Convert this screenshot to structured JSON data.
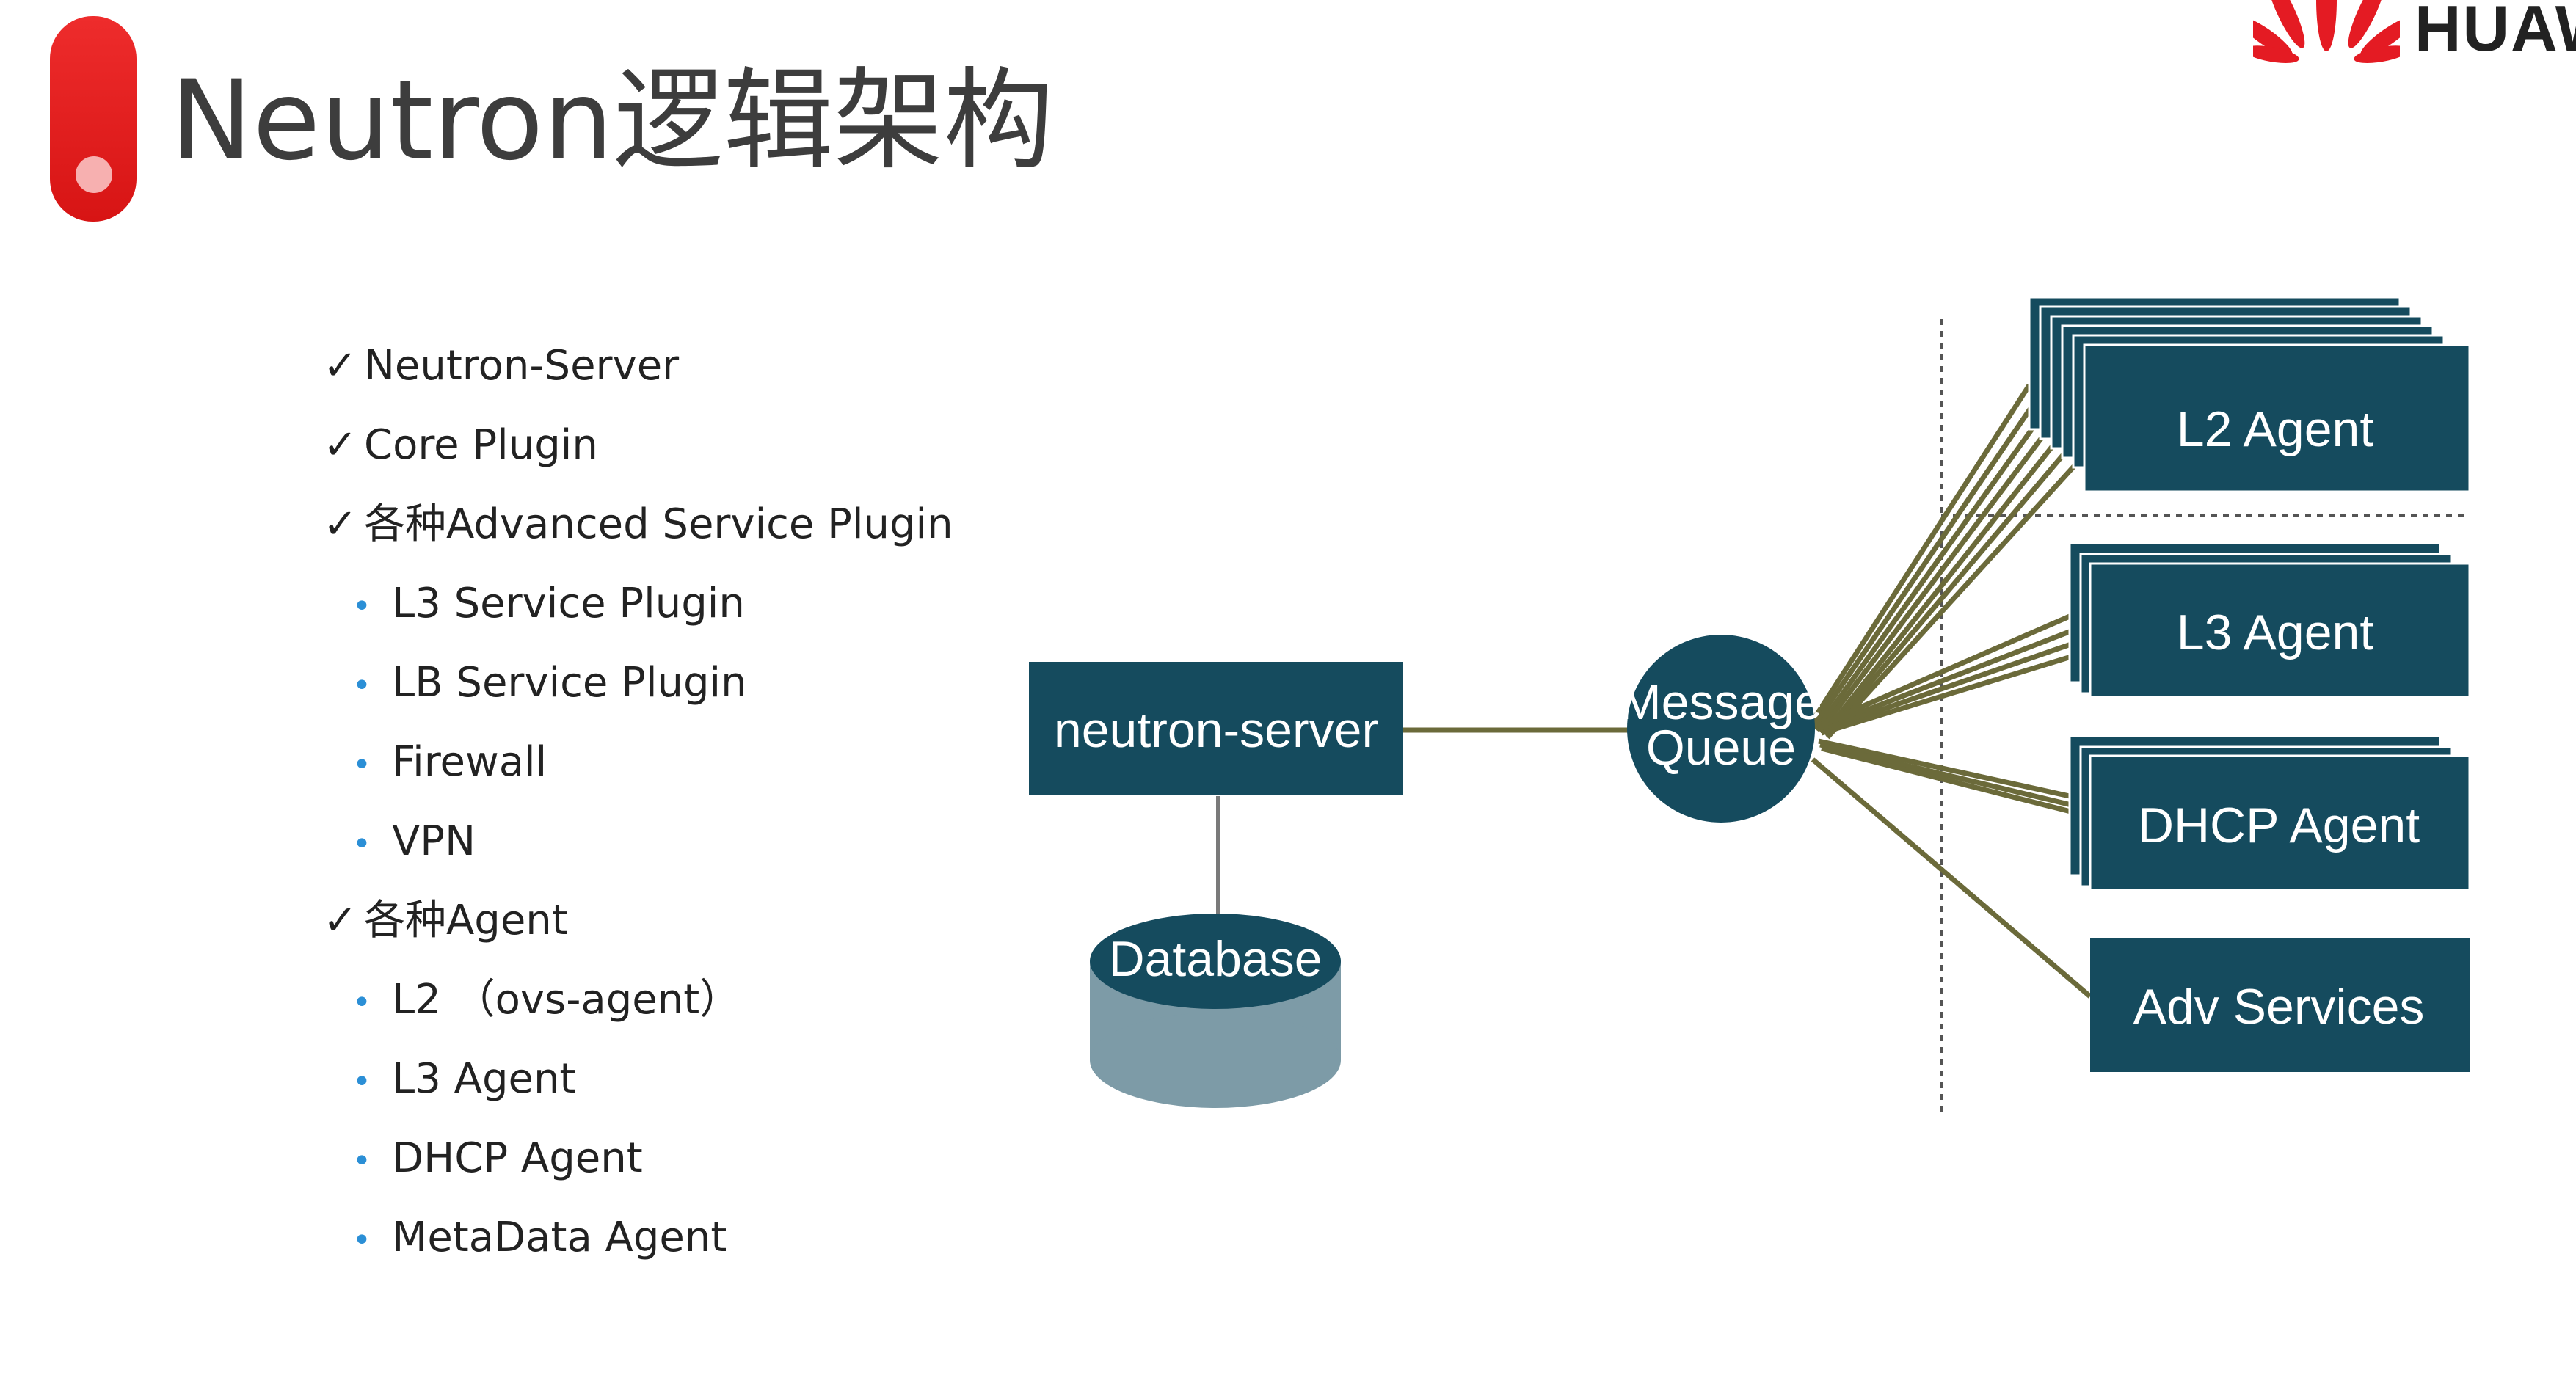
{
  "title": "Neutron逻辑架构",
  "logo": {
    "text": "HUAW"
  },
  "bullets": [
    {
      "level": 0,
      "mark": "✓",
      "text": "Neutron-Server"
    },
    {
      "level": 0,
      "mark": "✓",
      "text": "Core Plugin"
    },
    {
      "level": 0,
      "mark": "✓",
      "text": "各种Advanced Service Plugin"
    },
    {
      "level": 1,
      "mark": "•",
      "text": "L3 Service Plugin"
    },
    {
      "level": 1,
      "mark": "•",
      "text": "LB Service Plugin"
    },
    {
      "level": 1,
      "mark": "•",
      "text": "Firewall"
    },
    {
      "level": 1,
      "mark": "•",
      "text": "VPN"
    },
    {
      "level": 0,
      "mark": "✓",
      "text": "各种Agent"
    },
    {
      "level": 1,
      "mark": "•",
      "text": "L2 （ovs-agent）"
    },
    {
      "level": 1,
      "mark": "•",
      "text": "L3 Agent"
    },
    {
      "level": 1,
      "mark": "•",
      "text": "DHCP Agent"
    },
    {
      "level": 1,
      "mark": "•",
      "text": "MetaData Agent"
    }
  ],
  "diagram": {
    "neutron_server": "neutron-server",
    "database": "Database",
    "mq_line1": "Message",
    "mq_line2": "Queue",
    "l2_agent": "L2 Agent",
    "l3_agent": "L3 Agent",
    "dhcp_agent": "DHCP Agent",
    "adv_services": "Adv Services"
  },
  "colors": {
    "box": "#154b5e",
    "line": "#6b6a3a",
    "db_side": "#7d9ba7",
    "accent_red": "#d71414",
    "bullet_blue": "#2b8fd6"
  }
}
